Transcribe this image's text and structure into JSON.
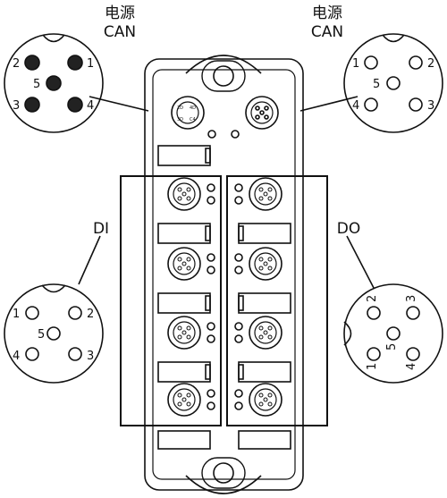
{
  "labels": {
    "left_power_title": "电源",
    "left_power_sub": "CAN",
    "right_power_title": "电源",
    "right_power_sub": "CAN",
    "di": "DI",
    "do": "DO"
  },
  "connectors": {
    "left_power_pins": [
      "2",
      "1",
      "5",
      "3",
      "4"
    ],
    "right_power_pins": [
      "1",
      "2",
      "5",
      "4",
      "3"
    ],
    "di_pins": [
      "1",
      "2",
      "5",
      "4",
      "3"
    ],
    "do_pins": [
      "2",
      "3",
      "5",
      "1",
      "4"
    ]
  },
  "module": {
    "top_left_port_codes": [
      "2D",
      "4D",
      "3D",
      "C4"
    ]
  },
  "colors": {
    "line": "#111111",
    "pin_filled": "#222222",
    "background": "#ffffff"
  }
}
